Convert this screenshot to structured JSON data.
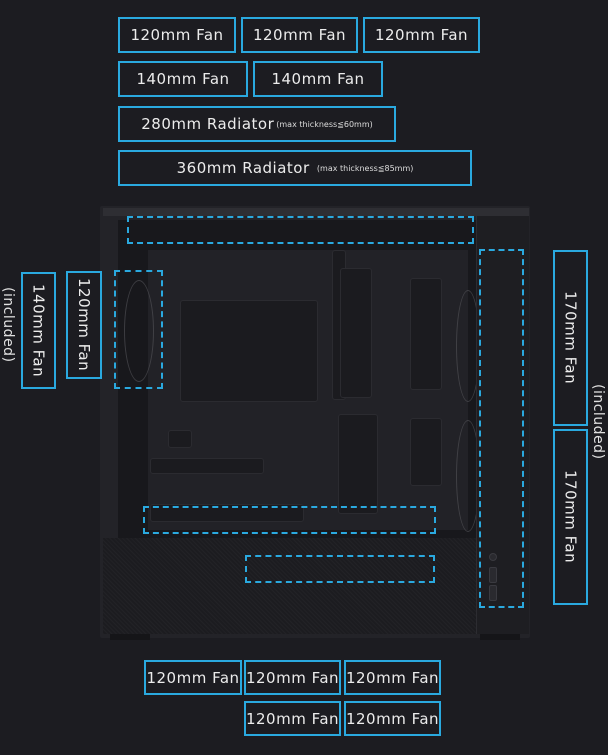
{
  "accent_color": "#2aa9df",
  "background_color": "#1c1c21",
  "top_mounts": {
    "row1": [
      "120mm Fan",
      "120mm Fan",
      "120mm Fan"
    ],
    "row2": [
      "140mm Fan",
      "140mm Fan"
    ],
    "radiator_280": {
      "label": "280mm Radiator",
      "note": "(max thickness≦60mm)"
    },
    "radiator_360": {
      "label": "360mm Radiator",
      "note": "(max thickness≦85mm)"
    }
  },
  "rear_mounts": {
    "fan_120": "120mm Fan",
    "fan_140": "140mm Fan",
    "included_note": "(included)"
  },
  "front_mounts": {
    "fans": [
      "170mm Fan",
      "170mm Fan"
    ],
    "included_note": "(included)"
  },
  "bottom_mounts": {
    "row1": [
      "120mm Fan",
      "120mm Fan",
      "120mm Fan"
    ],
    "row2": [
      "120mm Fan",
      "120mm Fan"
    ]
  }
}
